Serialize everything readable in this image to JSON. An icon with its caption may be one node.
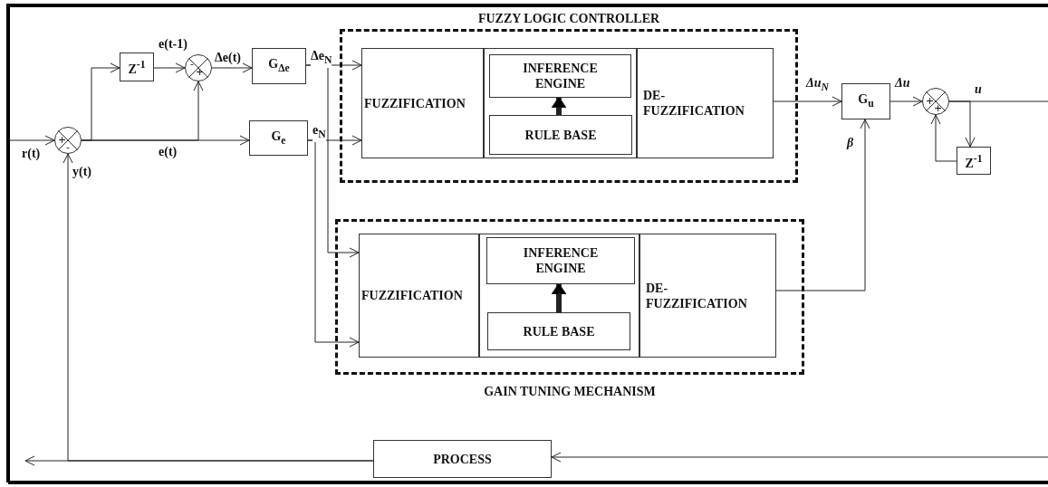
{
  "diagram": {
    "nodes": [
      {
        "text": [
          "+",
          "-"
        ]
      },
      {
        "text": [
          "Z$^{-1}$"
        ]
      },
      {
        "text": [
          "-",
          "+"
        ]
      },
      {
        "text": [
          "G$_{Δe}$"
        ]
      },
      {
        "text": [
          "G$_{e}$"
        ]
      },
      {
        "text": [
          "FUZZY LOGIC CONTROLLER"
        ]
      },
      {
        "text": [
          "FUZZIFICATION"
        ],
        "in": 5
      },
      {
        "text": [],
        "shape": "box",
        "in": 5
      },
      {
        "text": [
          "INFERENCE ENGINE"
        ],
        "in": 7
      },
      {
        "text": [
          "RULE BASE"
        ],
        "in": 7
      },
      {
        "text": [
          "DE- FUZZIFICATION"
        ],
        "in": 5
      },
      {
        "text": [
          "G$_{u}$"
        ]
      },
      {
        "text": [
          "+",
          "+"
        ]
      },
      {
        "text": [
          "Z$^{-1}$"
        ]
      },
      {
        "text": [
          "GAIN TUNING MECHANISM"
        ]
      },
      {
        "text": [
          "FUZZIFICATION"
        ],
        "in": 14
      },
      {
        "text": [],
        "shape": "box",
        "in": 14
      },
      {
        "text": [
          "INFERENCE ENGINE"
        ],
        "in": 16
      },
      {
        "text": [
          "RULE BASE"
        ],
        "in": 16
      },
      {
        "text": [
          "DE- FUZZIFICATION"
        ],
        "in": 14
      },
      {
        "text": [
          "PROCESS"
        ]
      }
    ],
    "edges": [
      {
        "from": null,
        "to": 0,
        "arrow": "to",
        "label": "r(t)"
      },
      {
        "from": 0,
        "to": 1,
        "arrow": "to"
      },
      {
        "from": 1,
        "to": 2,
        "arrow": "to",
        "label": "e(t-1)"
      },
      {
        "from": 0,
        "to": 2,
        "arrow": "to"
      },
      {
        "from": 0,
        "to": 4,
        "arrow": "to",
        "label": "e(t)"
      },
      {
        "from": 2,
        "to": 3,
        "arrow": "to",
        "label": "Δe(t)"
      },
      {
        "from": 3,
        "to": 6,
        "arrow": "to",
        "label": "Δe$_{N}$"
      },
      {
        "from": 4,
        "to": 6,
        "arrow": "to",
        "label": "e$_{N}$"
      },
      {
        "from": 3,
        "to": 15,
        "arrow": "to"
      },
      {
        "from": 4,
        "to": 15,
        "arrow": "to"
      },
      {
        "from": 9,
        "to": 8,
        "arrow": "to",
        "style": "thick"
      },
      {
        "from": 18,
        "to": 17,
        "arrow": "to",
        "style": "thick"
      },
      {
        "from": 10,
        "to": 11,
        "arrow": "to",
        "label": "Δu$_{N}$"
      },
      {
        "from": 19,
        "to": 11,
        "arrow": "to",
        "label": "β"
      },
      {
        "from": 11,
        "to": 12,
        "arrow": "to",
        "label": "Δu"
      },
      {
        "from": 12,
        "to": 13,
        "arrow": "to"
      },
      {
        "from": 13,
        "to": 12,
        "arrow": "to"
      },
      {
        "from": 12,
        "to": null,
        "arrow": "none",
        "label": "u"
      },
      {
        "from": null,
        "to": 20,
        "arrow": "to"
      },
      {
        "from": 20,
        "to": null,
        "arrow": "to"
      },
      {
        "from": 20,
        "to": 0,
        "arrow": "to",
        "label": "y(t)"
      }
    ]
  }
}
